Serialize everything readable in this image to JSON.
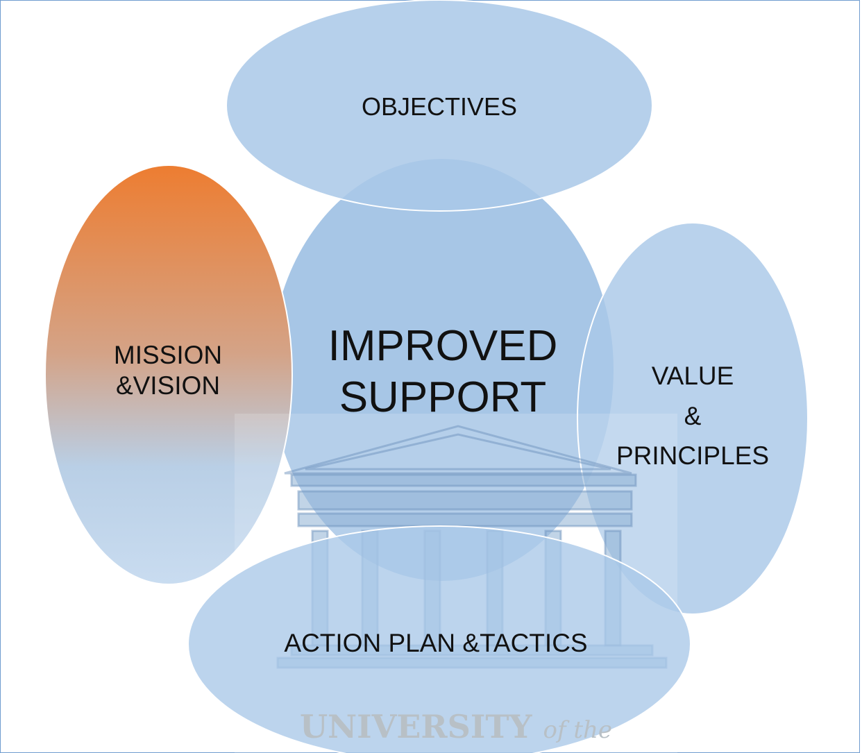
{
  "diagram": {
    "center": {
      "line1": "IMPROVED",
      "line2": "SUPPORT"
    },
    "top": "OBJECTIVES",
    "left": {
      "line1": "MISSION",
      "line2": "&VISION"
    },
    "right": {
      "line1": "VALUE",
      "line2": "&",
      "line3": "PRINCIPLES"
    },
    "bottom": "ACTION PLAN &TACTICS"
  },
  "watermark": {
    "main": "UNIVERSITY",
    "suffix": "of the"
  },
  "colors": {
    "ellipse_fill": "#a9c8e8",
    "ellipse_fill_light": "#b9d3ee",
    "gradient_top": "#ed7d31",
    "frame_border": "#6f9ccf"
  }
}
